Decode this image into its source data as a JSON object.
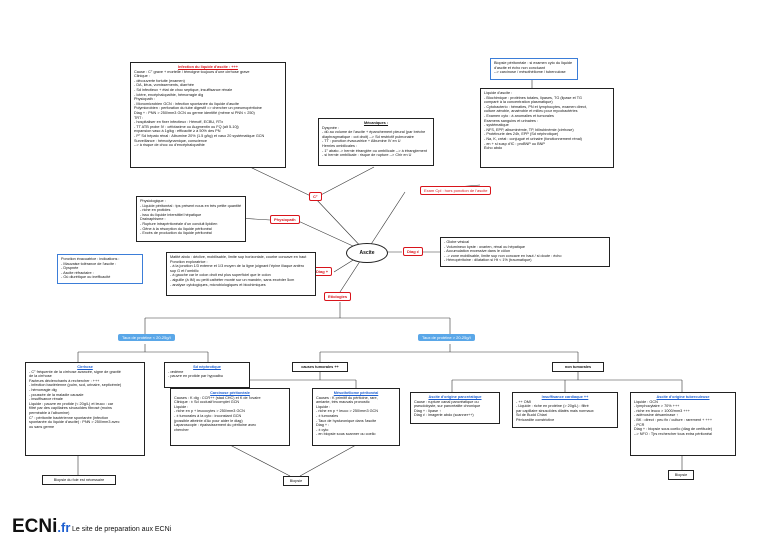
{
  "center": "Ascite",
  "branches": {
    "c": "C°",
    "physiopath": "Physiopath",
    "diag_pos": "Diag +",
    "diag_diff": "Diag ≠",
    "etiologies": "Etiologies",
    "exam_cpl": "Exam Cpl : hors ponction de l'ascite"
  },
  "box_infection": {
    "title": "Infection du liquide d'ascite : +++",
    "lines": [
      "Cause : C° grave + mortelle / témoigne toujours d'une cirrhose grave",
      "Clinique :",
      "- découverte fortuite (examen)",
      "- DA, iléus, vomissements, diarrhée",
      "- Sd infectieux + état de choc septique, insuffisance rénale",
      "- Ictère, encéphalopathie, hémorragie dig",
      "Physiopath :",
      "- Monomicrobien GCN : infection spontanée du liquide d'ascite",
      "  Polymicrobien : perforation du tube digestif => chercher un pneumopéritoine",
      "Diag + : PNN > 250/mm3 GCN ou germe identifié (même si PNN < 250)",
      "TRT :",
      "- hospitaliser en fixer infectieux : Hémoff, ECBU, RTx",
      "- TT ATB probe IV : céfotaxime ou Augmentin ou FQ (alt 5-10j)",
      "  expansion vaso à 1g/kg : efficacité ≥ à 50% des PN",
      "- P° Sd hépato rénal : Albumine 20% (1.5 g/kg) et vaso 20 systématique GCN",
      "Surveillance : hémodynamique, conscience",
      "  --> à risque de choc ou d'encéphalopathie"
    ]
  },
  "box_mecaniques": {
    "title": "Mécaniques :",
    "lines": [
      "Dyspnée :",
      "- dû au volume de l'ascite + épanchement pleural (par brèche",
      "  diaphragmatique : cot droit) --> Sd restrictif pulmonaire",
      "- TT : ponction évacuatrice + Albumine IV en U",
      "Hernies ombilicales :",
      "- 1° abato -> hernie étranglée ou ombilicale --> à étranglement",
      "- si hernie ombilicale : risque de rupture --> Chir en U"
    ]
  },
  "box_biopsie": {
    "lines": [
      "Biopsie péritonéale : si examen cyto du liquide",
      "d'ascite et écho non concluant",
      "--> carcinose / mésothéliome / tuberculose"
    ]
  },
  "box_liquide": {
    "lines": [
      "Liquide d'ascite :",
      "- Biochimique : protéines totales, lipases, TG (lipase et TG",
      "  comparé à la concentration plasmatique)",
      "- Cytobacterio : hématies, PN et lymphocytes, examen direct,",
      "  culture aérobie, anaérobie et milieu pour mycobactéries",
      "- Examen cyto : à anomalies et tumorales",
      "Examens sanguins et urinaires :",
      "- systématique",
      "  - NFS, EPP, albuminémie, TP, bilirubinémie (cirrhose)",
      "  - Protéinurie des 24h, EPP (Sd néphrotique)",
      "  - Na, K, créat : conjugué et urinaire (fonctionnement rénal)",
      "- en + si susp d'IC : proBNP ou BNP",
      "Écho abdo"
    ]
  },
  "box_physio": {
    "lines": [
      "Physiologique :",
      "- Liquide péritonéal : tps présent nous en très petite quantité",
      "- riche en protides",
      "- issu du liquide interstitiel hépatique",
      "Drainaphisme :",
      "- Rupture intrapéritonéale d'un conduit lipidien",
      "- Gêne à la résorption du liquide péritonéal",
      "- Excès de production du liquide péritonéal"
    ]
  },
  "box_diagdiff": {
    "lines": [
      "- Globe vésical",
      "- Volumineux kyste : ovarien, rénal ou hépatique",
      "- Accumulation excessive dans le côlon",
      "- -> zone mobilisable, limite sup non concave en haut / si doute : écho",
      "- Hémopéritoine : dilatation si Ht < 1% (traumatique)"
    ]
  },
  "box_diagpos": {
    "lines": [
      "Matité abdo : déclive, mobilisable, limite sup horizontale, courbe concave en haut",
      "Ponction exploratrice :",
      "- à la jonction 1/3 externe et 1/3 moyen de la ligne joignant l'épine iliaque antéro",
      "  sup G et l'ombilic",
      "- à gauche car le colon droit est plus superficiel que le colon",
      "- aiguille (à IM) ou petit cathéter monté sur un mandrin, sans excéder 5cm",
      "- analyse cytologiques, microbiologiques et biochimiques"
    ]
  },
  "box_ponction": {
    "lines": [
      "Ponction évacuatrice : indications :",
      "- Mauvaise tolérance de l'ascite :",
      "  - Dyspnée",
      "- Ascite réfractaire :",
      "  - Où diurétique ou inefficacité"
    ]
  },
  "taux_left": "Taux de protéine < 20-25g/l",
  "taux_right": "Taux de protéine > 20-25g/l",
  "box_cirrhose": {
    "title": "Cirrhose",
    "lines": [
      "- C° fréquente de la cirrhose avancée, signe de gravité",
      "  de la cirrhose",
      "Facteurs déclenchants à rechercher : +++",
      "- infection bactérienne (pulm, scd, urinaire, septicémie)",
      "- hémorragie dig",
      "- poussée de la maladie causale",
      "- insuffisance rénale",
      "Liquide : pauvre en protide (< 20g/L) et leuco : car",
      "filtré par des capillaires sinusoïdes fibrosé (moins",
      "perméable à l'albumine)",
      "C° : péritonite bactérienne spontanée (infection",
      "spontanée du liquide d'ascite) : PNN > 250/mm3 avec",
      "ou sans germe"
    ]
  },
  "box_sdnephro": {
    "title": "Sd néphrotique",
    "lines": [
      "- œdème",
      "- pauvre en protide par hypoalbu"
    ]
  },
  "causes_tumorales": "causes tumorales ++",
  "non_tumorales": "non tumorales",
  "box_carcinose": {
    "title": "Carcinose péritonéale",
    "lines": [
      "Causes : K dig : CCR++ (stad CHC) et K de l'ovaire",
      "Clinique : ± Sd occlusif incomplet GCN",
      "Liquide :",
      "- riche en p + leucocytes > 250/mm3 GCN",
      "- ± tumorales à la cyto : inconstant GCN",
      "(possible atteinte d'Ac pour aider le diag)",
      "Laparoscopie : épaississement du péritoine avec",
      "chercher"
    ]
  },
  "box_meso": {
    "title": "Mésothéliome péritonéal",
    "lines": [
      "Causes : K primitif du péritoine, rare,",
      "amiante, très mauvais pronostic",
      "Liquide :",
      "- riche en p + leuco > 250/mm3 GCN",
      "- ± tumorales",
      "- Taux de hyaluronique dans l'ascite",
      "Diag + :",
      "- ± cyto",
      "- en biopsie sous scanner ou coelio"
    ]
  },
  "box_pancreat": {
    "title": "Ascite d'origine pancréatique",
    "lines": [
      "Cause : rupture canal pancréatique ou",
      "pseudokyste, sur pancréatite chronique",
      "Diag + : lipase ↑",
      "Diag ≠ : imagerie abdo (scanner++)"
    ]
  },
  "box_ic": {
    "title": "Insuffisance cardiaque ++",
    "lines": [
      "- ++ OMI",
      "- Liquide : riche en protéine (> 20g/L) : filtré",
      "par capillaire sinusoïdes dilatés mais normaux",
      "Sd de Budd Chiari",
      "Péricardite constrictive"
    ]
  },
  "box_tb": {
    "title": "Ascite d'origine tuberculeuse",
    "lines": [
      "Liquide : GCN",
      "- lymphocytaire > 70% +++",
      "- riche en leuco > 1000/mm3 +++",
      "- adénosine désaminase ↑",
      "- BK : direct : peu fix / culture : rarement + +++",
      "- PCR",
      "Diag + : biopsie sous coelio (diag de certitude)",
      "--> NFO : Tjrs rechercher tous extra péritonéal"
    ]
  },
  "box_bioptfoie": "Biopsie du foie est nécessaire",
  "box_biopsie1": "Biopsie",
  "box_biopsie2": "Biopsie",
  "footer": {
    "brand": "ECNi",
    "tld": ".fr",
    "tagline": "Le site de preparation aux ECNi"
  }
}
